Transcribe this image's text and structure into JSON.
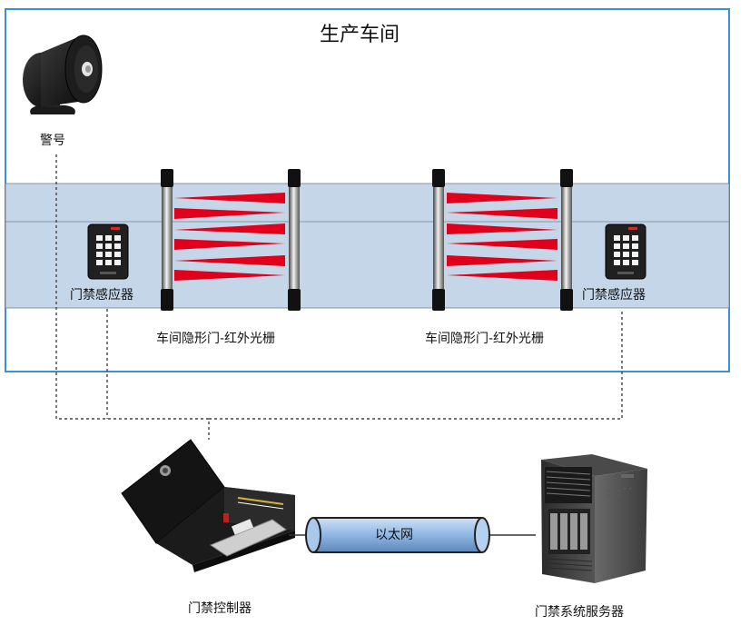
{
  "workshop": {
    "title": "生产车间"
  },
  "labels": {
    "alarm": "警号",
    "reader_left": "门禁感应器",
    "reader_right": "门禁感应器",
    "grating_left": "车间隐形门-红外光栅",
    "grating_right": "车间隐形门-红外光栅",
    "controller": "门禁控制器",
    "server": "门禁系统服务器",
    "network": "以太网"
  },
  "colors": {
    "workshop_border": "#3a8fde",
    "corridor_fill": "#c5d6e9",
    "beam_red": "#e0001b",
    "cable_tube": "#9ec1e8"
  }
}
